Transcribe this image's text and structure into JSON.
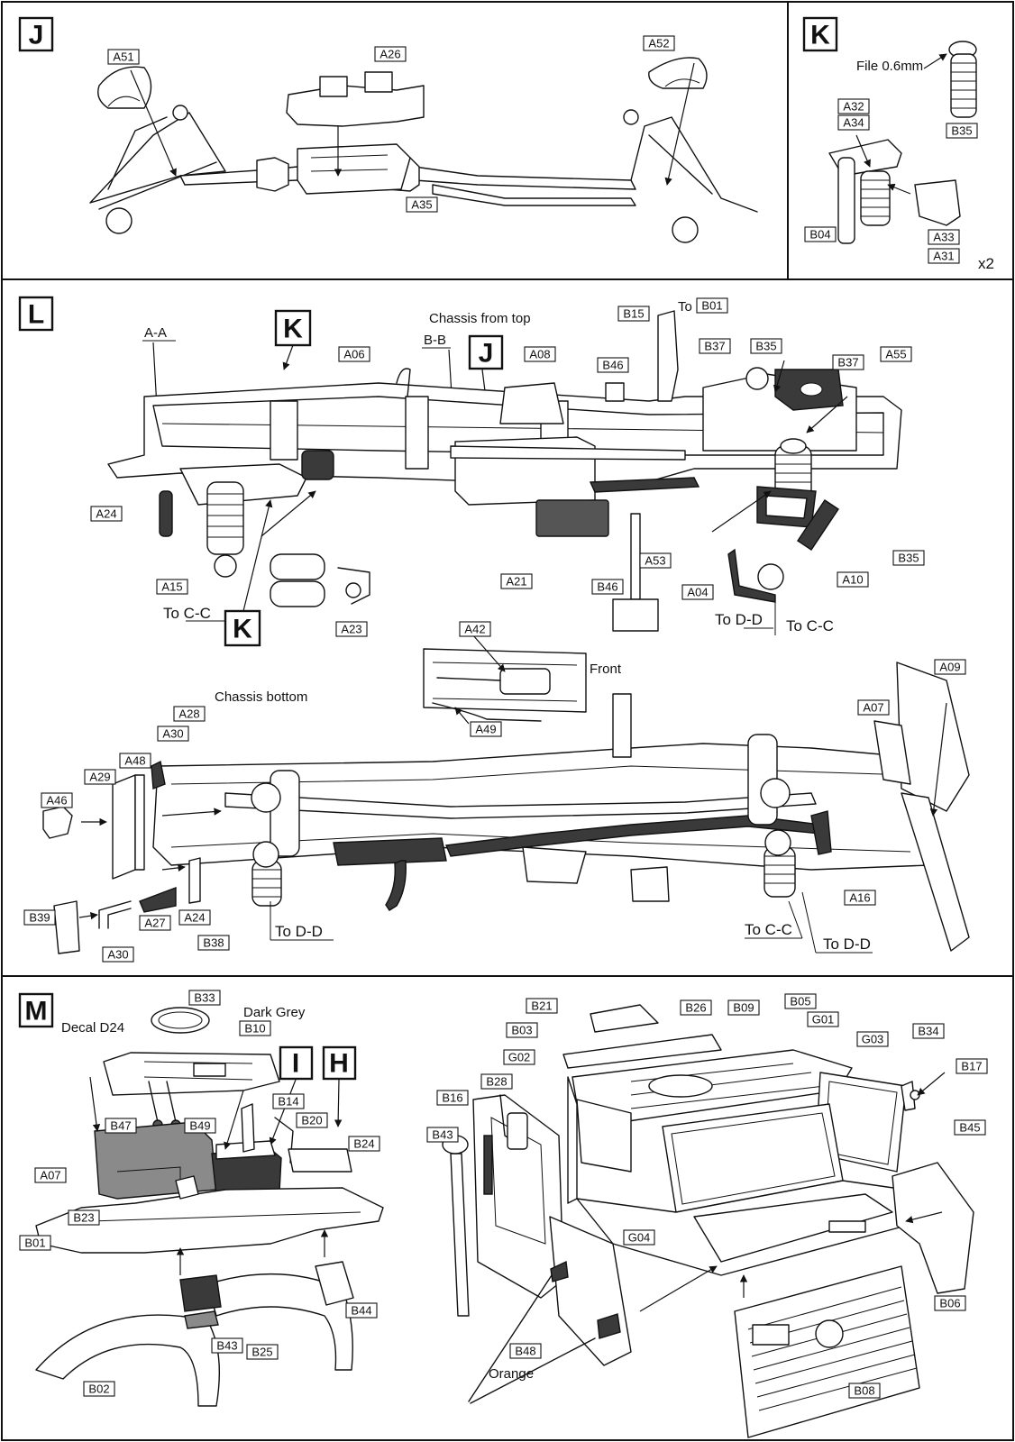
{
  "steps": {
    "J": "J",
    "K": "K",
    "L": "L",
    "M": "M",
    "L_ref_K": "K",
    "L_ref_J": "J",
    "M_ref_I": "I",
    "M_ref_H": "H"
  },
  "panel_j": {
    "parts": [
      "A51",
      "A26",
      "A52",
      "A35"
    ]
  },
  "panel_k": {
    "file_note": "File 0.6mm",
    "parts": [
      "B35",
      "A32",
      "A34",
      "B04",
      "A33",
      "A31"
    ],
    "quantity": "x2"
  },
  "panel_l": {
    "chassis_top": "Chassis from top",
    "chassis_bottom": "Chassis bottom",
    "front": "Front",
    "section_aa": "A-A",
    "section_bb": "B-B",
    "to": "To",
    "to_cc": "To C-C",
    "to_dd": "To D-D",
    "top_parts": [
      "B15",
      "B01",
      "B37",
      "B35",
      "A06",
      "A08",
      "B46",
      "B37",
      "A55",
      "A24",
      "A15",
      "A23",
      "A21",
      "B46",
      "A53",
      "A04",
      "A10",
      "B35"
    ],
    "bottom_parts": [
      "A42",
      "A49",
      "A09",
      "A07",
      "A28",
      "A30",
      "A48",
      "A29",
      "A46",
      "B39",
      "A27",
      "A24",
      "A30",
      "B38",
      "A16"
    ]
  },
  "panel_m": {
    "decal": "Decal D24",
    "dark_grey": "Dark Grey",
    "orange": "Orange",
    "left_parts": [
      "B33",
      "B10",
      "B47",
      "B49",
      "B14",
      "B20",
      "B24",
      "A07",
      "B23",
      "B01",
      "B25",
      "B44",
      "B02",
      "B43"
    ],
    "right_parts": [
      "B21",
      "B26",
      "B09",
      "B05",
      "G01",
      "B03",
      "G02",
      "G03",
      "B34",
      "B17",
      "B28",
      "B16",
      "B45",
      "B43",
      "G04",
      "B06",
      "B48",
      "B08"
    ]
  }
}
